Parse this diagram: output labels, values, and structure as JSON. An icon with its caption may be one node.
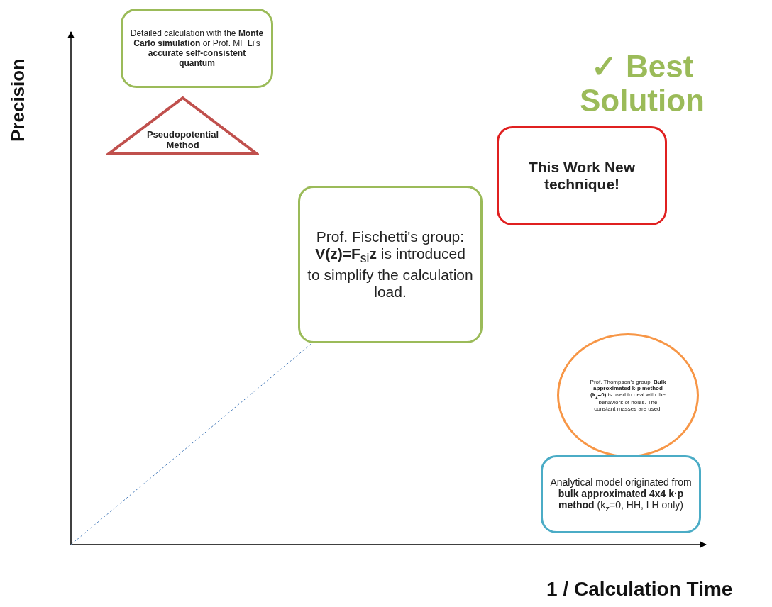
{
  "diagram": {
    "nodes": [
      {
        "text": [
          "Detailed calculation with the **Monte Carlo simulation** or Prof. MF Li's **accurate self-consistent quantum**"
        ]
      },
      {
        "text": [
          "Pseudopotential Method"
        ]
      },
      {
        "text": [
          "Prof. Fischetti's group: **V(z)=F**$_{si}$**z** is introduced to simplify the calculation load."
        ]
      },
      {
        "text": [
          "This Work New technique!"
        ]
      },
      {
        "text": [
          "Prof. Thompson's group: **Bulk approximated k·p method (k$_{z}$=0)** is used to deal with the behaviors of holes. The constant masses are used."
        ]
      },
      {
        "text": [
          "Analytical model originated from **bulk approximated 4x4 k·p method** (k$_{z}$=0, HH, LH only)"
        ]
      }
    ],
    "edges": [
      {
        "from": null,
        "to": 2,
        "arrow": "none",
        "style": "dashed"
      }
    ],
    "labels": [
      "Precision",
      "✓ Best Solution",
      "1 / Calculation Time"
    ]
  }
}
